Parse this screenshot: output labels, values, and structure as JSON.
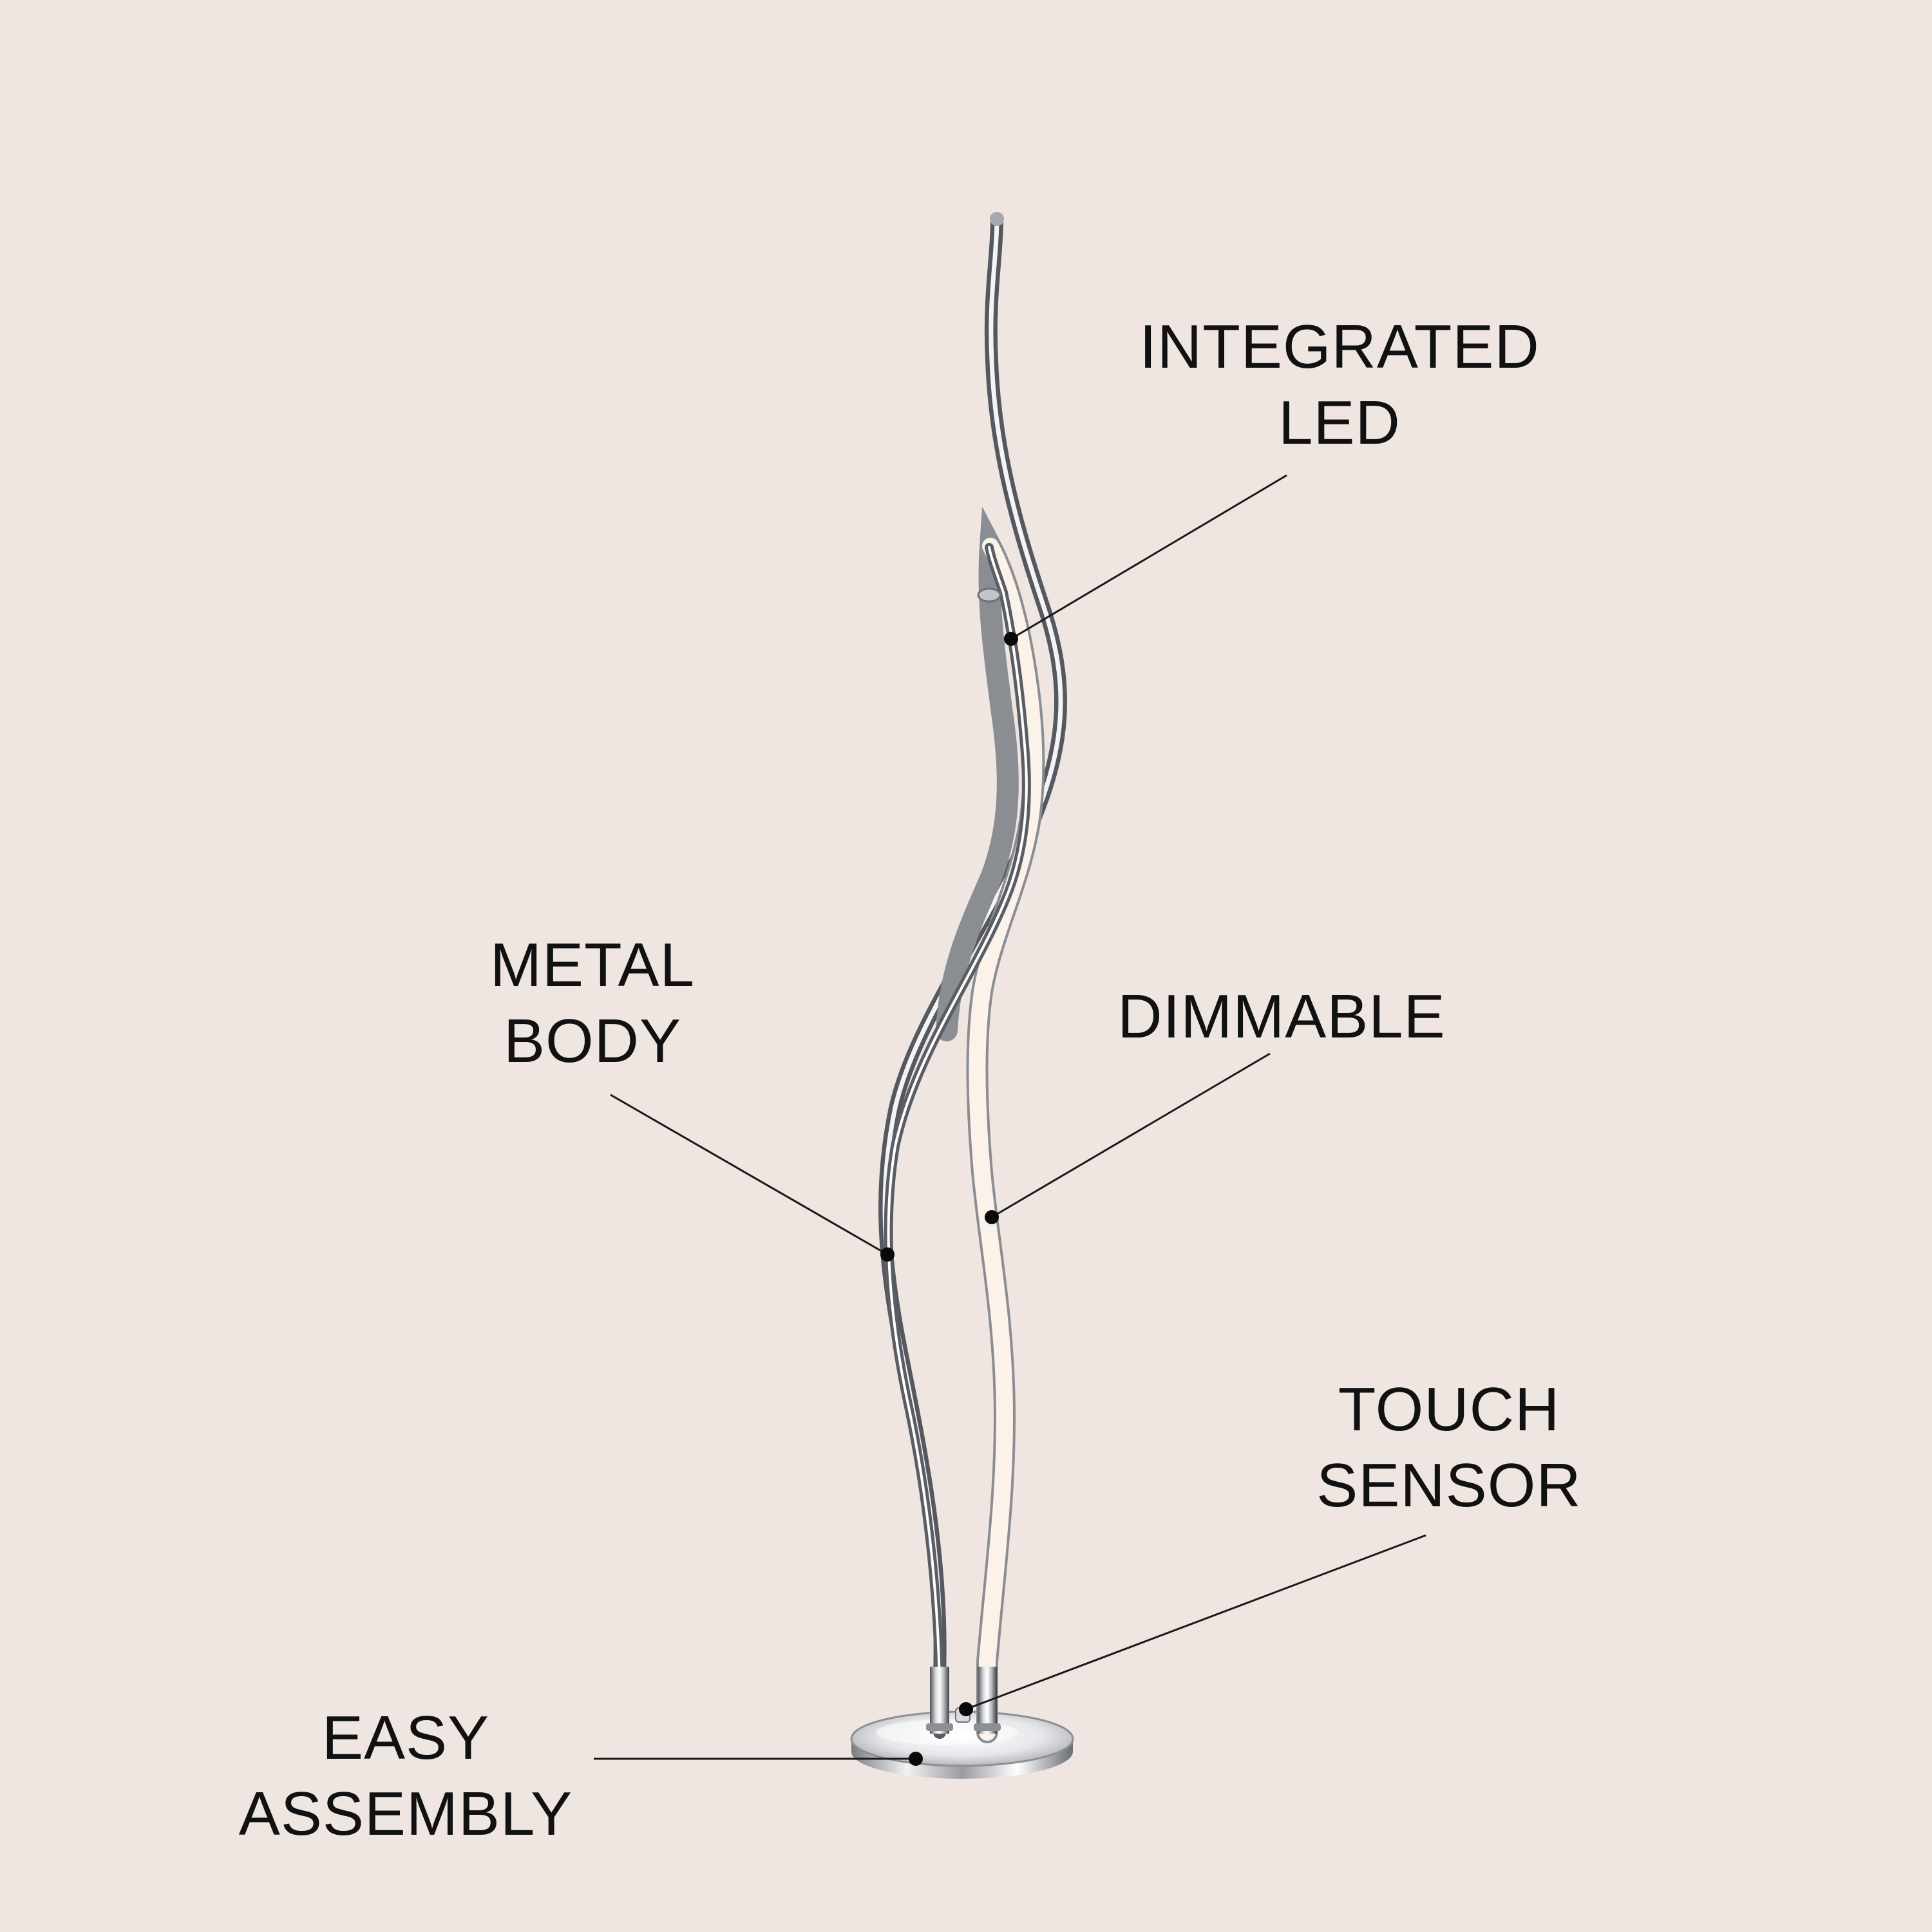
{
  "colors": {
    "background": "#efe6e1",
    "text": "#111111",
    "leader_line": "#1a1a1a",
    "chrome_light": "#f4f4f6",
    "chrome_dark": "#55585e",
    "led_glow": "#fbf2ea"
  },
  "callouts": {
    "integrated_led": {
      "line1": "INTEGRATED",
      "line2": "LED"
    },
    "metal_body": {
      "line1": "METAL",
      "line2": "BODY"
    },
    "dimmable": {
      "line1": "DIMMABLE"
    },
    "touch_sensor": {
      "line1": "TOUCH",
      "line2": "SENSOR"
    },
    "easy_assembly": {
      "line1": "EASY",
      "line2": "ASSEMBLY"
    }
  }
}
